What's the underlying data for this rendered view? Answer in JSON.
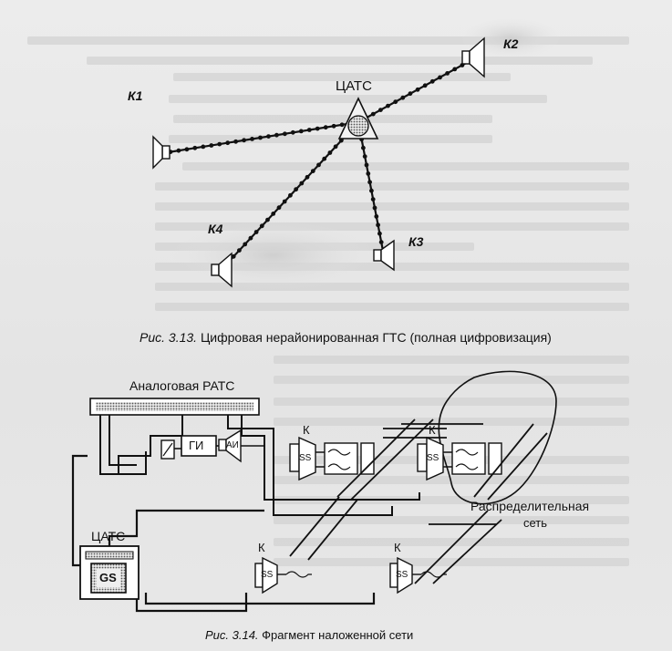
{
  "figure_313": {
    "caption_number": "Рис. 3.13.",
    "caption_text": "Цифровая нерайонированная ГТС (полная цифровизация)",
    "center_label": "ЦАТС",
    "clusters": [
      "К1",
      "К2",
      "К3",
      "К4"
    ]
  },
  "figure_314": {
    "caption_number": "Рис. 3.14.",
    "caption_text": "Фрагмент наложенной сети",
    "analog_exchange": "Аналоговая РАТС",
    "digital_exchange": "ЦАТС",
    "pulse_generator": "ГИ",
    "line_interface": "АИ",
    "switch_label": "GS",
    "stage_label": "SS",
    "concentrator_label": "К",
    "network_label_line1": "Распределительная",
    "network_label_line2": "сеть"
  }
}
